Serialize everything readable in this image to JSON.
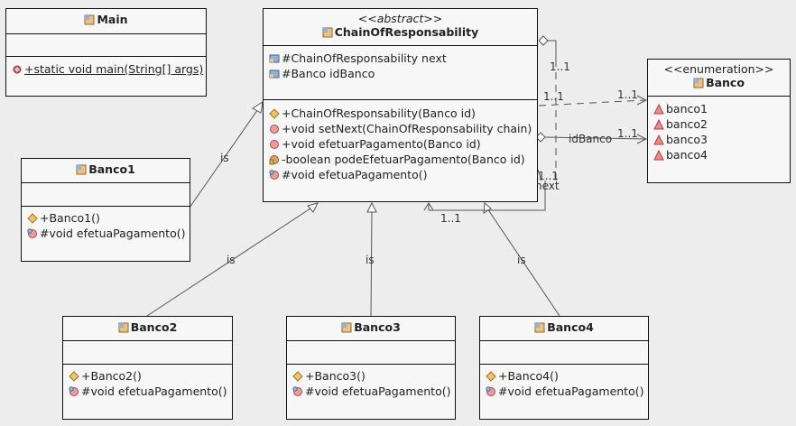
{
  "classes": {
    "main": {
      "name": "Main",
      "methods": [
        "+static void main(String[] args)"
      ]
    },
    "chain": {
      "stereotype": "<<abstract>>",
      "name": "ChainOfResponsability",
      "attributes": [
        "#ChainOfResponsability next",
        "#Banco idBanco"
      ],
      "methods": [
        "+ChainOfResponsability(Banco id)",
        "+void setNext(ChainOfResponsability chain)",
        "+void efetuarPagamento(Banco id)",
        "-boolean podeEfetuarPagamento(Banco id)",
        "#void efetuaPagamento()"
      ]
    },
    "banco_enum": {
      "stereotype": "<<enumeration>>",
      "name": "Banco",
      "literals": [
        "banco1",
        "banco2",
        "banco3",
        "banco4"
      ]
    },
    "banco1": {
      "name": "Banco1",
      "methods": [
        "+Banco1()",
        "#void efetuaPagamento()"
      ]
    },
    "banco2": {
      "name": "Banco2",
      "methods": [
        "+Banco2()",
        "#void efetuaPagamento()"
      ]
    },
    "banco3": {
      "name": "Banco3",
      "methods": [
        "+Banco3()",
        "#void efetuaPagamento()"
      ]
    },
    "banco4": {
      "name": "Banco4",
      "methods": [
        "+Banco4()",
        "#void efetuaPagamento()"
      ]
    }
  },
  "edges": {
    "is_label": "is",
    "mult_1": "1..1",
    "role_next": "next",
    "role_idbanco": "idBanco"
  }
}
